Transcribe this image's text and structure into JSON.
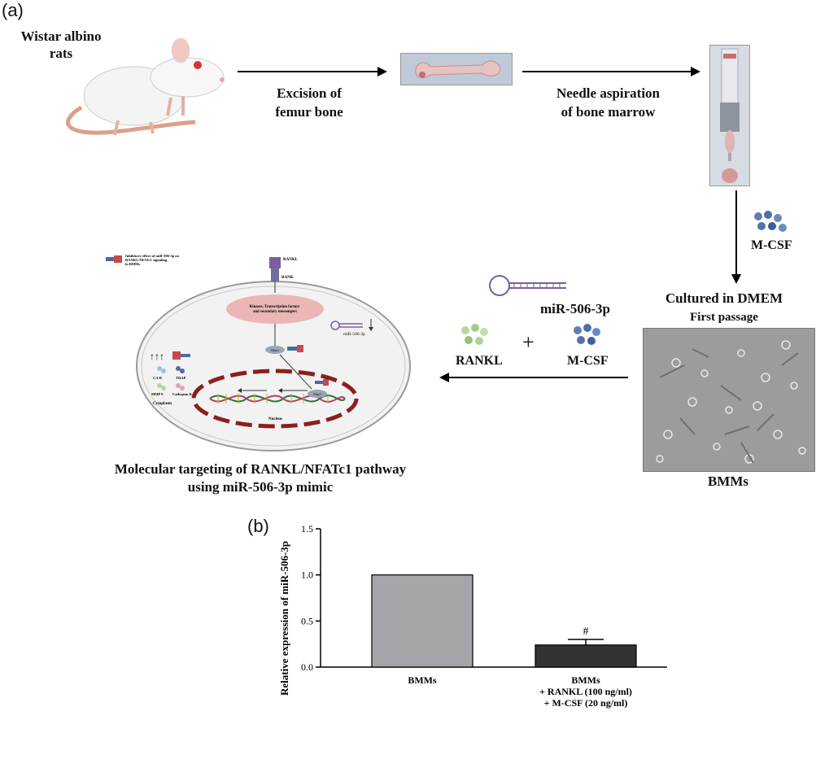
{
  "panel_a": {
    "label": "(a)",
    "rat_label": "Wistar albino\nrats",
    "step1": "Excision of\nfemur bone",
    "step2": "Needle aspiration\nof bone marrow",
    "mcsf_top": "M-CSF",
    "cultured": "Cultured in DMEM",
    "first_passage": "First passage",
    "bmms": "BMMs",
    "mirna": "miR-506-3p",
    "rankl": "RANKL",
    "plus": "+",
    "mcsf_mid": "M-CSF",
    "result_title": "Molecular targeting of RANKL/NFATc1 pathway\nusing miR-506-3p mimic",
    "cell": {
      "legend": "Inhibitory effect of miR-506-3p on RANKL/NFATc1 signaling in BMMs",
      "rankl": "RANKL",
      "rank": "RANK",
      "kinases": "Kinases, Transcription factors and secondary messengers",
      "mir": "miR-506-3p",
      "ca2": "CA II",
      "trap": "TRAP",
      "mmp9": "MMP 9",
      "cathepsin": "Cathepsin K",
      "nfat": "Nfatc1",
      "cytoplasm": "Cytoplasm",
      "nucleus": "Nucleus"
    }
  },
  "panel_b": {
    "label": "(b)",
    "chart_data": {
      "type": "bar",
      "categories": [
        "BMMs",
        "BMMs\n+ RANKL (100 ng/ml)\n+ M-CSF (20 ng/ml)"
      ],
      "values": [
        1.0,
        0.24
      ],
      "errors": [
        0,
        0.06
      ],
      "ylabel": "Relative expression of miR-506-3p",
      "ylim": [
        0,
        1.5
      ],
      "yticks": [
        "0.0",
        "0.5",
        "1.0",
        "1.5"
      ],
      "annotation": "#",
      "colors": [
        "#a6a6aa",
        "#333333"
      ]
    }
  }
}
